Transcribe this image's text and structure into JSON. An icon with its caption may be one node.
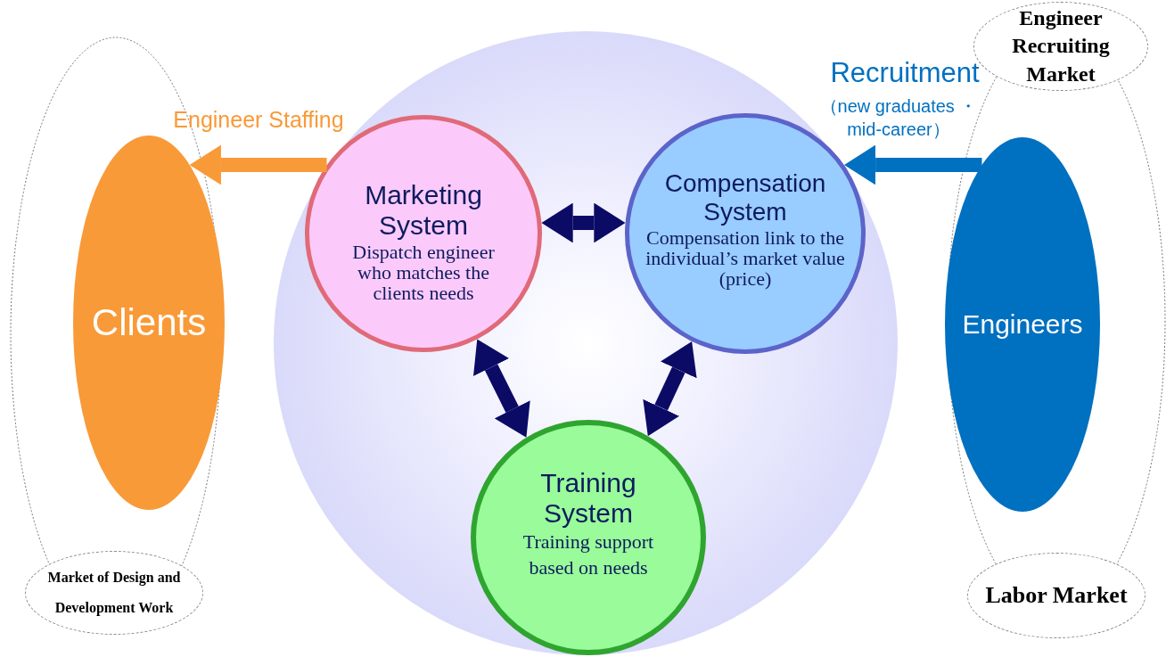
{
  "diagram": {
    "nodes": [
      {
        "text": [
          "Clients"
        ]
      },
      {
        "text": [
          "Market of Design and Development Work"
        ]
      },
      {
        "text": [],
        "shape": "circle"
      },
      {
        "text": [
          "Marketing System",
          "Dispatch engineer who matches the clients needs"
        ],
        "in": 2
      },
      {
        "text": [
          "Compensation System",
          "Compensation link to the individual’s market value (price)"
        ],
        "in": 2
      },
      {
        "text": [
          "Training System",
          "Training support based on needs"
        ],
        "in": 2
      },
      {
        "text": [
          "Engineers"
        ]
      },
      {
        "text": [
          "Engineer Recruiting Market"
        ]
      },
      {
        "text": [
          "Labor Market"
        ]
      }
    ],
    "edges": [
      {
        "from": 3,
        "to": 0,
        "arrow": "to",
        "label": "Engineer Staffing",
        "color": "#f99a38"
      },
      {
        "from": 6,
        "to": 4,
        "arrow": "to",
        "label": "Recruitment",
        "color": "#0070c0"
      },
      {
        "from": 3,
        "to": 4,
        "arrow": "both"
      },
      {
        "from": 3,
        "to": 5,
        "arrow": "both"
      },
      {
        "from": 4,
        "to": 5,
        "arrow": "both"
      }
    ],
    "labels": [
      "（new graduates ・ mid-career）"
    ]
  }
}
